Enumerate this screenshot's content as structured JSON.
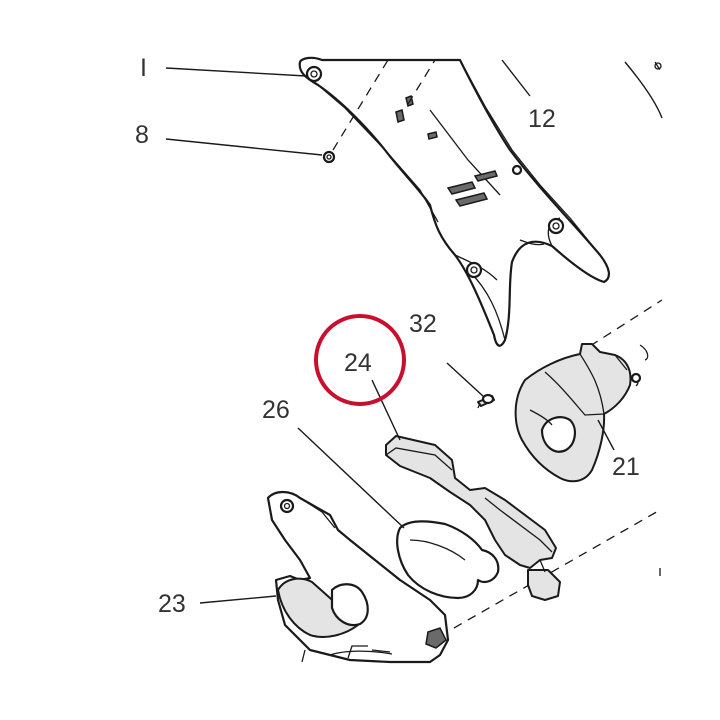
{
  "diagram": {
    "callouts": {
      "c1": "I",
      "c8": "8",
      "c12": "12",
      "c32": "32",
      "c24": "24",
      "c26": "26",
      "c21": "21",
      "c23": "23"
    },
    "highlighted_part": "24",
    "colors": {
      "highlight": "#c8102e",
      "line": "#1a1a1a",
      "label": "#333333",
      "fill_shade": "#e4e4e4"
    }
  }
}
